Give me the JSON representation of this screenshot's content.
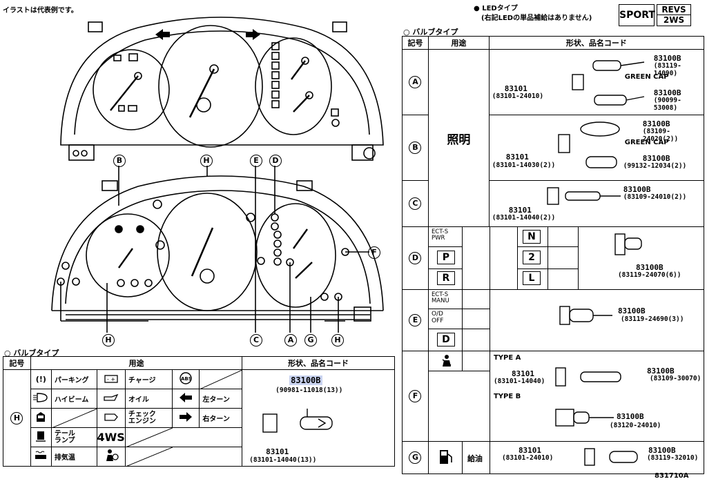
{
  "header": {
    "illustration_note": "イラストは代表例です。",
    "led_type": "● LEDタイプ",
    "led_note": "(右記LEDの単品補給はありません)",
    "led_sport": "SPORT",
    "led_revs_1": "REVS",
    "led_revs_2": "2WS"
  },
  "diagram": {
    "callouts": [
      "B",
      "H",
      "E",
      "D",
      "F",
      "C",
      "A",
      "G",
      "H"
    ]
  },
  "right_table": {
    "title": "○ バルブタイプ",
    "headers": [
      "記号",
      "用途",
      "形状、品名コード"
    ],
    "rows": {
      "A": {
        "mark": "A",
        "holder": "83101",
        "holder_code": "(83101-24010)",
        "bulb1": "83100B",
        "bulb1_code": "(83119-14090)",
        "bulb1_note": "GREEN CAP",
        "bulb2": "83100B",
        "bulb2_code": "(90099-53008)"
      },
      "B": {
        "mark": "B",
        "usage": "照明",
        "holder": "83101",
        "holder_code": "(83101-14030(2))",
        "bulb1": "83100B",
        "bulb1_code": "(83109-24020(2))",
        "bulb1_note": "GREEN CAP",
        "bulb2": "83100B",
        "bulb2_code": "(99132-12034(2))"
      },
      "C": {
        "mark": "C",
        "holder": "83101",
        "holder_code": "(83101-14040(2))",
        "bulb": "83100B",
        "bulb_code": "(83109-24010(2))"
      },
      "D": {
        "mark": "D",
        "label_1": "ECT-S",
        "label_2": "PWR",
        "keys_left": [
          "P",
          "R"
        ],
        "keys_right": [
          "N",
          "2",
          "L"
        ],
        "bulb": "83100B",
        "bulb_code": "(83119-24070(6))"
      },
      "E": {
        "mark": "E",
        "label_1": "ECT-S",
        "label_2": "MANU",
        "od_1": "O/D",
        "od_2": "OFF",
        "key": "D",
        "bulb": "83100B",
        "bulb_code": "(83119-24690(3))"
      },
      "F": {
        "mark": "F",
        "type_a": "TYPE A",
        "holder": "83101",
        "holder_code": "(83101-14040)",
        "bulb_a": "83100B",
        "bulb_a_code": "(83109-30070)",
        "type_b": "TYPE B",
        "bulb_b": "83100B",
        "bulb_b_code": "(83120-24010)"
      },
      "G": {
        "mark": "G",
        "usage": "給油",
        "holder": "83101",
        "holder_code": "(83101-24010)",
        "bulb": "83100B",
        "bulb_code": "(83119-32010)"
      }
    }
  },
  "bottom_table": {
    "title": "○ バルブタイプ",
    "headers": [
      "記号",
      "用途",
      "形状、品名コード"
    ],
    "mark": "H",
    "items": {
      "parking": "パーキング",
      "charge": "チャージ",
      "highbeam": "ハイビーム",
      "oil": "オイル",
      "left_turn": "左ターン",
      "check_1": "チェック",
      "check_2": "エンジン",
      "right_turn": "右ターン",
      "tail_1": "テール",
      "tail_2": "ランプ",
      "fws": "4WS",
      "exhaust": "排気温"
    },
    "bulb": "83100B",
    "bulb_code": "(90981-11018(13))",
    "holder": "83101",
    "holder_code": "(83101-14040(13))"
  },
  "footer": {
    "code": "831710A"
  }
}
